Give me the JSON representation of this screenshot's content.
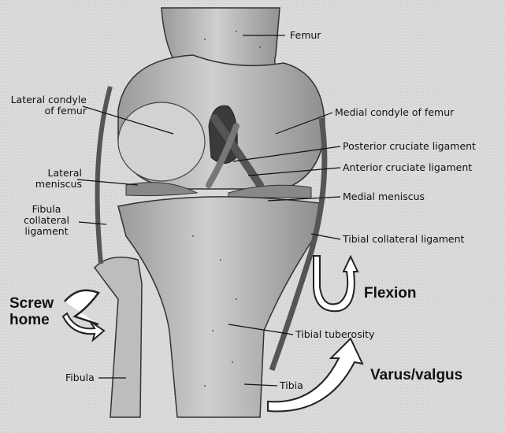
{
  "labels": {
    "femur": "Femur",
    "lateral_condyle": "Lateral condyle\nof femur",
    "medial_condyle": "Medial condyle of femur",
    "posterior_cruciate": "Posterior cruciate ligament",
    "anterior_cruciate": "Anterior cruciate ligament",
    "lateral_meniscus": "Lateral\nmeniscus",
    "medial_meniscus": "Medial meniscus",
    "fibula_collateral": "Fibula\ncollateral\nligament",
    "tibial_collateral": "Tibial collateral ligament",
    "tibial_tuberosity": "Tibial tuberosity",
    "fibula": "Fibula",
    "tibia": "Tibia"
  },
  "motions": {
    "screw_home": "Screw\nhome",
    "flexion": "Flexion",
    "varus_valgus": "Varus/valgus"
  }
}
